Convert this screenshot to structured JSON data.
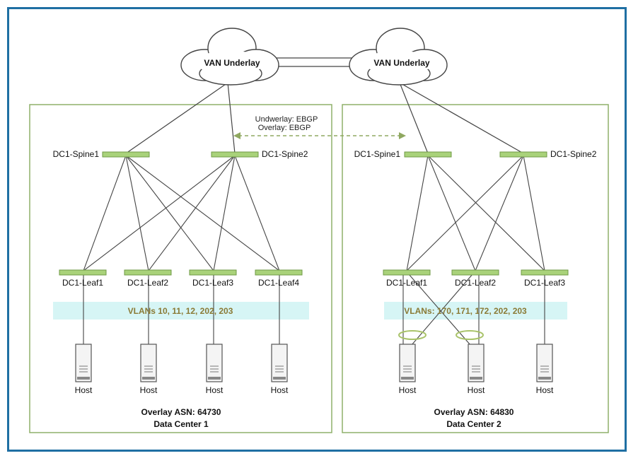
{
  "clouds": {
    "left": "VAN Underlay",
    "right": "VAN Underlay"
  },
  "link_note": {
    "line1": "Undwerlay: EBGP",
    "line2": "Overlay: EBGP"
  },
  "dc1": {
    "spine1": "DC1-Spine1",
    "spine2": "DC1-Spine2",
    "leaves": [
      "DC1-Leaf1",
      "DC1-Leaf2",
      "DC1-Leaf3",
      "DC1-Leaf4"
    ],
    "vlans": "VLANs 10, 11, 12, 202, 203",
    "hosts": [
      "Host",
      "Host",
      "Host",
      "Host"
    ],
    "asn": "Overlay ASN: 64730",
    "name": "Data Center 1"
  },
  "dc2": {
    "spine1": "DC1-Spine1",
    "spine2": "DC1-Spine2",
    "leaves": [
      "DC1-Leaf1",
      "DC1-Leaf2",
      "DC1-Leaf3"
    ],
    "vlans": "VLANs: 170, 171, 172, 202, 203",
    "hosts": [
      "Host",
      "Host",
      "Host"
    ],
    "asn": "Overlay ASN: 64830",
    "name": "Data Center 2"
  },
  "colors": {
    "frame": "#1f6fa3",
    "dc_border": "#8fb06a",
    "device": "#a9d27a",
    "vlan_band": "#d6f5f5"
  }
}
